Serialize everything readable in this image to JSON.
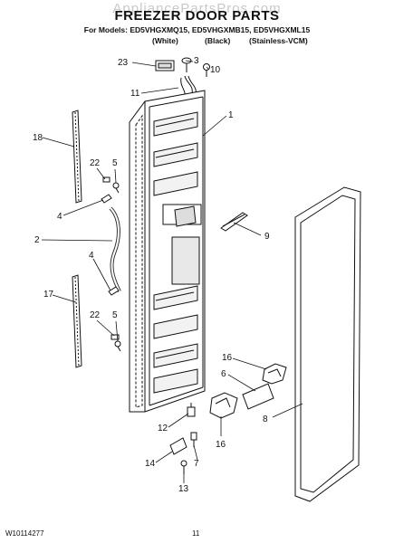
{
  "header": {
    "watermark": "AppliancePartsPros.com",
    "title": "FREEZER DOOR PARTS",
    "models_line": "For Models: ED5VHGXMQ15, ED5VHGXMB15, ED5VHGXML15",
    "color_white": "(White)",
    "color_black": "(Black)",
    "color_stainless": "(Stainless-VCM)"
  },
  "footer": {
    "doc_number": "W10114277",
    "page_number": "11"
  },
  "callouts": [
    "23",
    "3",
    "10",
    "11",
    "1",
    "18",
    "22",
    "5",
    "4",
    "2",
    "9",
    "4",
    "17",
    "22",
    "5",
    "16",
    "6",
    "12",
    "8",
    "16",
    "14",
    "7",
    "13"
  ]
}
